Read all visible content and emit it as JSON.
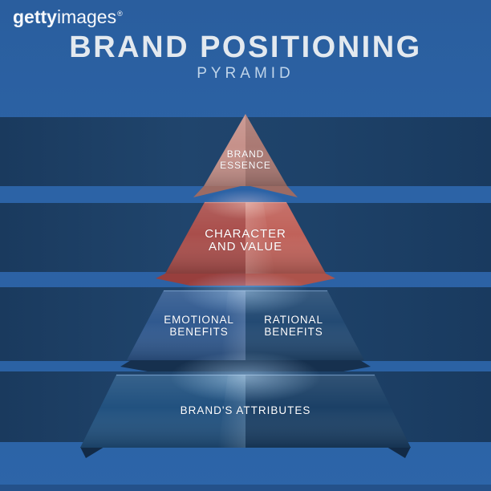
{
  "watermark": {
    "getty": "getty",
    "images": "images",
    "registered": "®"
  },
  "header": {
    "title": "BRAND POSITIONING",
    "subtitle": "PYRAMID"
  },
  "pyramid": {
    "levels": [
      {
        "key": "brand-essence",
        "label": "BRAND\nESSENCE"
      },
      {
        "key": "character-and-value",
        "label": "CHARACTER\nAND VALUE"
      },
      {
        "key": "benefits",
        "label_left": "EMOTIONAL\nBENEFITS",
        "label_right": "RATIONAL\nBENEFITS"
      },
      {
        "key": "brands-attributes",
        "label": "BRAND'S ATTRIBUTES"
      }
    ]
  },
  "colors": {
    "background_blue": "#2b62a4",
    "band_dark_blue": "#1d4168",
    "bottom_strip_blue": "#24518a",
    "title_text": "#e3e9ef",
    "subtitle_text": "#c0d5ea",
    "label_text": "#ffffff",
    "watermark_text": "#ffffff",
    "level1_left": "#c6918a",
    "level1_right": "#aa7973",
    "level1_fold": "#9c6b64",
    "level2_left": "#a94e4b",
    "level2_right": "#c0625a",
    "level2_fold_left": "#983f3d",
    "level2_fold_right": "#ad534b",
    "level3_left": "#30598f",
    "level3_right": "#234a73",
    "level3_fold": "#16304e",
    "level4_left": "#21517f",
    "level4_right": "#1b4066",
    "level4_fold": "#122a46"
  }
}
